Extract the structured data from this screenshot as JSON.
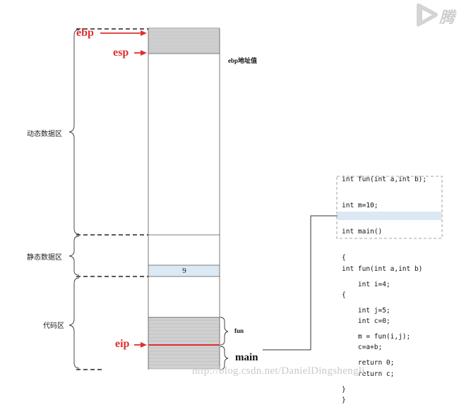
{
  "regions": {
    "dynamic": "动态数据区",
    "static": "静态数据区",
    "code": "代码区"
  },
  "pointers": {
    "ebp": "ebp",
    "esp": "esp",
    "eip": "eip"
  },
  "labels": {
    "ebp_address": "ebp地址值",
    "static_value": "9",
    "fun": "fun",
    "main": "main"
  },
  "code_main": [
    "int fun(int a,int b);",
    "int m=10;",
    "int main()",
    "{",
    "    int i=4;",
    "    int j=5;",
    "    m = fun(i,j);",
    "    return 0;",
    "}"
  ],
  "code_fun": [
    "int fun(int a,int b)",
    "{",
    "    int c=0;",
    "    c=a+b;",
    "    return c;",
    "}"
  ],
  "watermark": {
    "logo_text": "腾",
    "url": "http://blog.csdn.net/DanielDingshengli"
  },
  "colors": {
    "pointer_red": "#e03030",
    "highlight_blue": "#dbe9f5",
    "shaded_gray": "#d9d9d9"
  }
}
